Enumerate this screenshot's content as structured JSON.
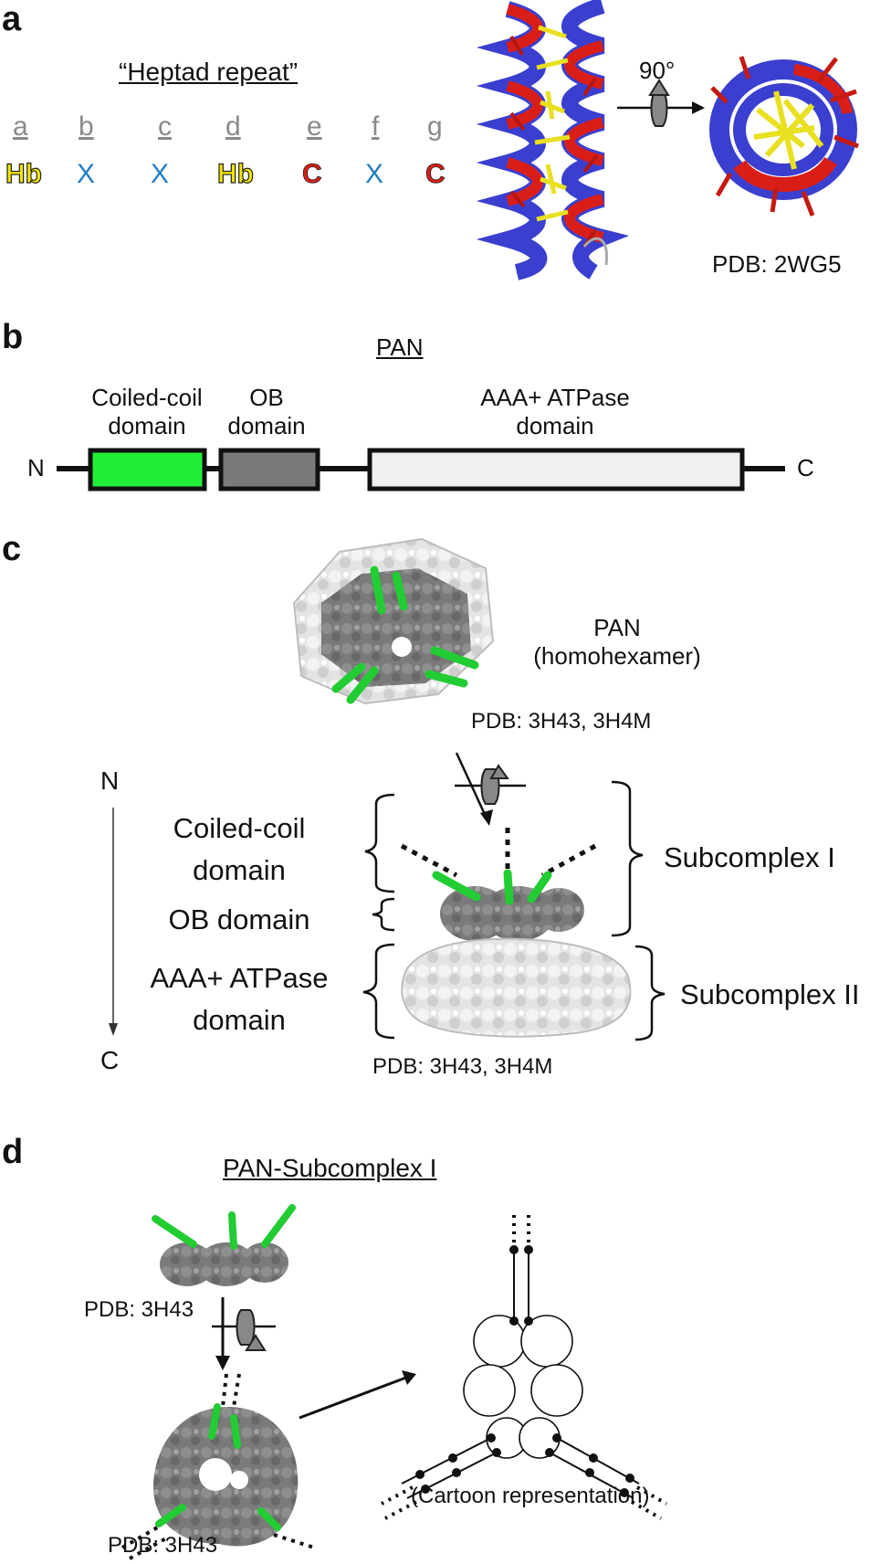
{
  "panel_a": {
    "letter": "a",
    "title": "“Heptad repeat”",
    "positions": [
      "a",
      "b",
      "c",
      "d",
      "e",
      "f",
      "g"
    ],
    "codes": [
      "Hb",
      "X",
      "X",
      "Hb",
      "C",
      "X",
      "C"
    ],
    "rotation": "90°",
    "pdb": "PDB: 2WG5"
  },
  "panel_b": {
    "letter": "b",
    "title": "PAN",
    "n_label": "N",
    "c_label": "C",
    "domains": [
      {
        "line1": "Coiled-coil",
        "line2": "domain",
        "color": "#22ee3a"
      },
      {
        "line1": "OB",
        "line2": "domain",
        "color": "#7a7a7a"
      },
      {
        "line1": "AAA+ ATPase",
        "line2": "domain",
        "color": "#f0f0f0"
      }
    ]
  },
  "panel_c": {
    "letter": "c",
    "complex_line1": "PAN",
    "complex_line2": "(homohexamer)",
    "pdb_top": "PDB: 3H43, 3H4M",
    "n_label": "N",
    "c_label": "C",
    "cc_line1": "Coiled-coil",
    "cc_line2": "domain",
    "ob": "OB domain",
    "aaa_line1": "AAA+ ATPase",
    "aaa_line2": "domain",
    "sub1": "Subcomplex I",
    "sub2": "Subcomplex II",
    "pdb_bottom": "PDB: 3H43, 3H4M"
  },
  "panel_d": {
    "letter": "d",
    "title": "PAN-Subcomplex I",
    "pdb_1": "PDB: 3H43",
    "pdb_2": "PDB: 3H43",
    "cartoon_caption": "(Cartoon representation)"
  },
  "colors": {
    "helix_blue": "#3a3fcf",
    "helix_red": "#d91e18",
    "sidechain_yellow": "#e8e020",
    "coil_green": "#22cc33",
    "surface_dark": "#7c7c7c",
    "surface_light": "#e6e6e6"
  }
}
